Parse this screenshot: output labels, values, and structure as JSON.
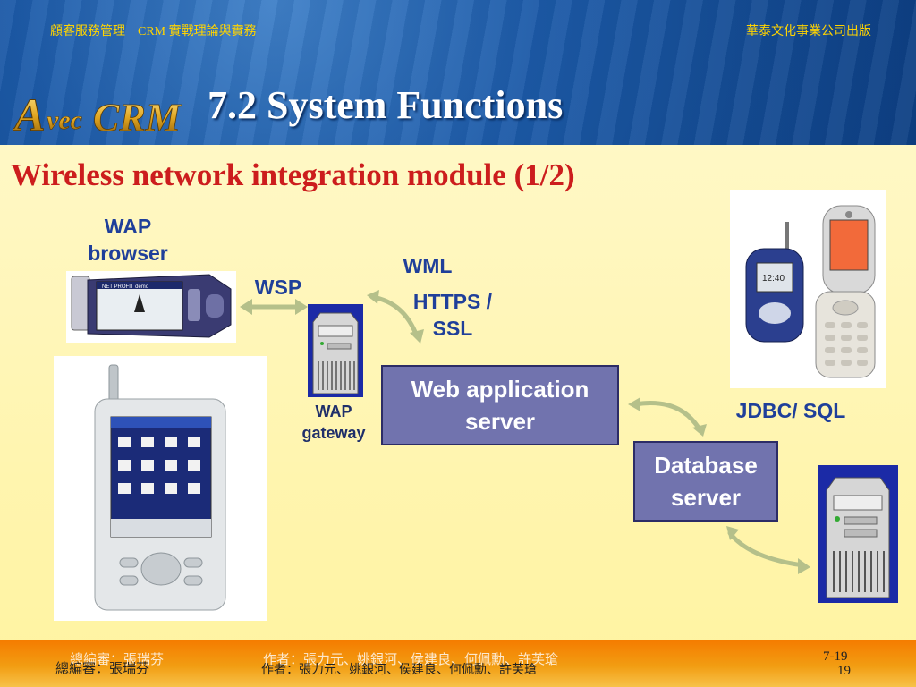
{
  "header": {
    "book_title": "顧客服務管理－CRM 實戰理論與實務",
    "publisher": "華泰文化事業公司出版",
    "logo_text": "AvecCRM"
  },
  "slide": {
    "title": "7.2 System Functions",
    "subtitle": "Wireless network integration module (1/2)"
  },
  "diagram": {
    "wap_browser": [
      "WAP",
      "browser"
    ],
    "wsp": "WSP",
    "wml": "WML",
    "https_ssl": [
      "HTTPS /",
      "SSL"
    ],
    "wap_gateway": [
      "WAP",
      "gateway"
    ],
    "web_app_server": [
      "Web application",
      "server"
    ],
    "jdbc_sql": "JDBC/ SQL",
    "database_server": [
      "Database",
      "server"
    ],
    "arrow_color": "#b5c08a",
    "box_color": "#7173ae"
  },
  "footer": {
    "editor": "總編審：張瑞芬",
    "authors": "作者：張力元、姚銀河、侯建良、何佩勳、許芙瑲",
    "slide_ref": "7-19",
    "page_number": "19"
  }
}
